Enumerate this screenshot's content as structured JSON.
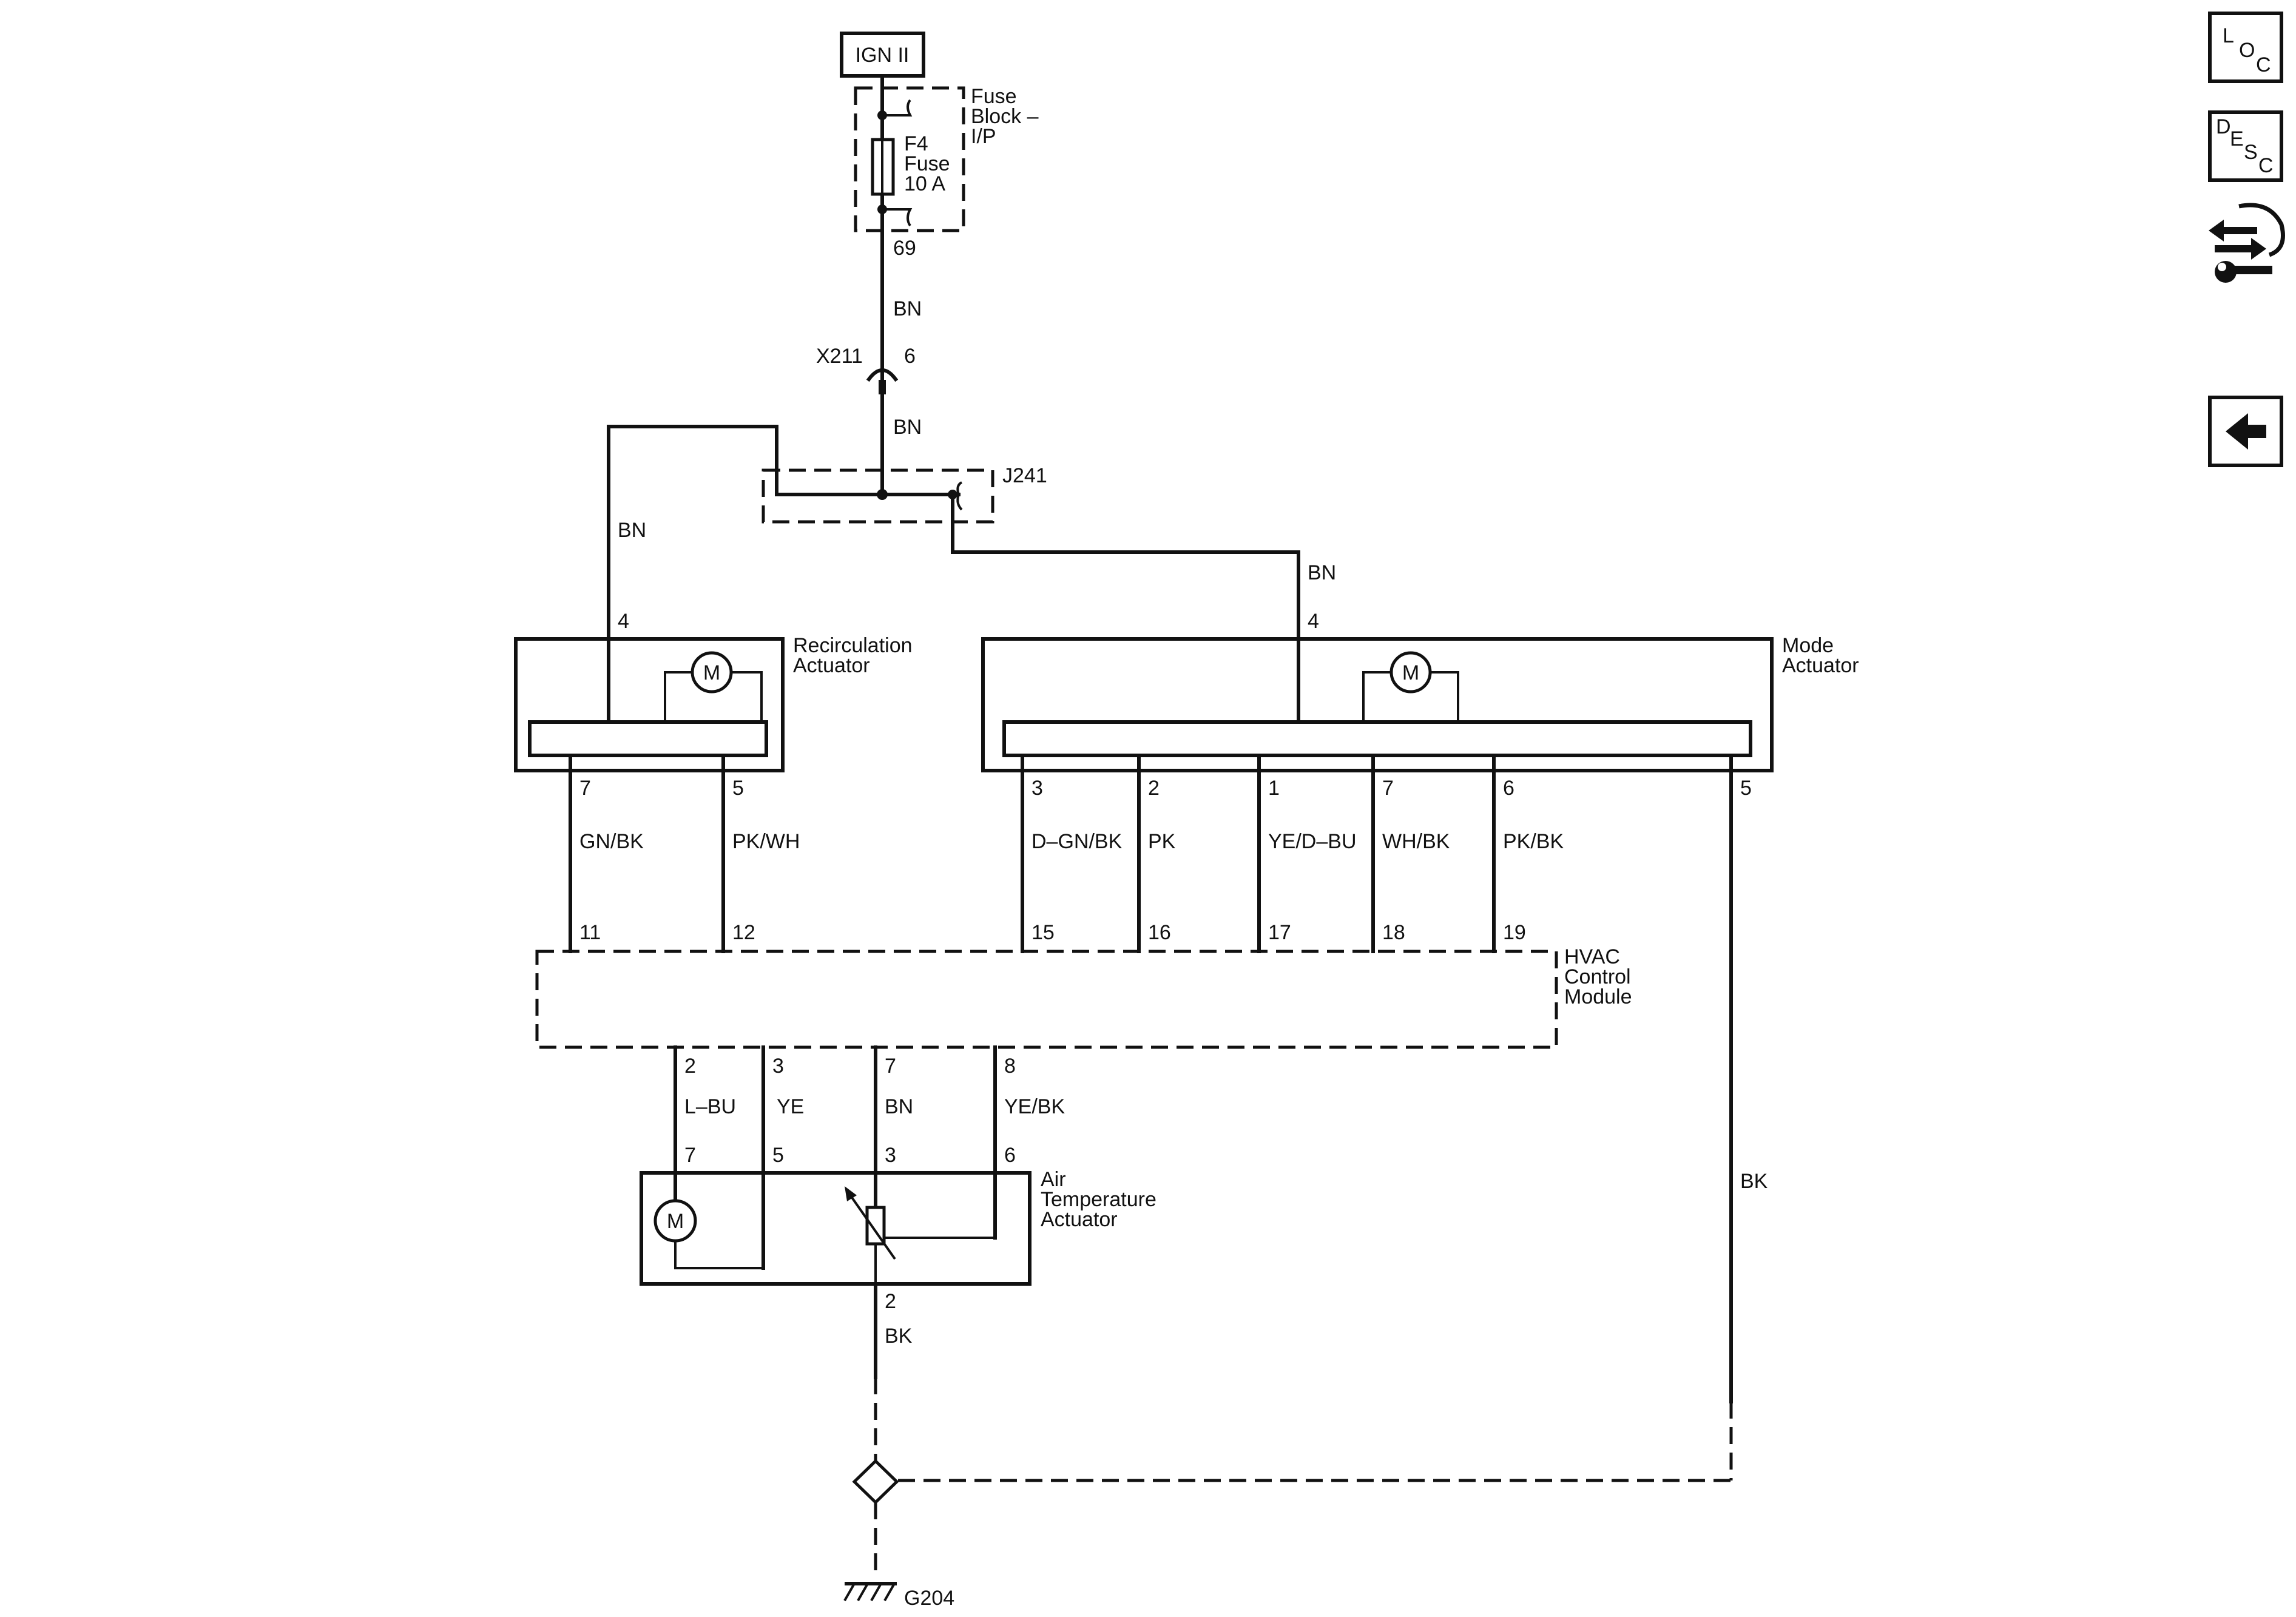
{
  "power": {
    "ign_label": "IGN II"
  },
  "fuse_block": {
    "name_l1": "Fuse",
    "name_l2": "Block –",
    "name_l3": "I/P",
    "fuse_id": "F4",
    "fuse_type": "Fuse",
    "fuse_rating": "10 A",
    "out_pin": "69"
  },
  "connector_x211": {
    "name": "X211",
    "pin": "6"
  },
  "splice_j241": {
    "name": "J241"
  },
  "wires": {
    "feed_bn_1": "BN",
    "feed_bn_2": "BN",
    "recirc_feed": "BN",
    "mode_feed": "BN"
  },
  "recirc_actuator": {
    "name_l1": "Recirculation",
    "name_l2": "Actuator",
    "motor": "M",
    "pin_power": "4",
    "pins": [
      {
        "pin": "7",
        "color": "GN/BK",
        "hvac_pin": "11"
      },
      {
        "pin": "5",
        "color": "PK/WH",
        "hvac_pin": "12"
      }
    ]
  },
  "mode_actuator": {
    "name_l1": "Mode",
    "name_l2": "Actuator",
    "motor": "M",
    "pin_power": "4",
    "pins": [
      {
        "pin": "3",
        "color": "D–GN/BK",
        "hvac_pin": "15"
      },
      {
        "pin": "2",
        "color": "PK",
        "hvac_pin": "16"
      },
      {
        "pin": "1",
        "color": "YE/D–BU",
        "hvac_pin": "17"
      },
      {
        "pin": "7",
        "color": "WH/BK",
        "hvac_pin": "18"
      },
      {
        "pin": "6",
        "color": "PK/BK",
        "hvac_pin": "19"
      }
    ],
    "ground_pin": "5",
    "ground_color": "BK"
  },
  "hvac_module": {
    "name_l1": "HVAC",
    "name_l2": "Control",
    "name_l3": "Module"
  },
  "air_temp_actuator": {
    "name_l1": "Air",
    "name_l2": "Temperature",
    "name_l3": "Actuator",
    "motor": "M",
    "pins": [
      {
        "hvac_pin": "2",
        "color": "L–BU",
        "pin": "7"
      },
      {
        "hvac_pin": "3",
        "color": "YE",
        "pin": "5"
      },
      {
        "hvac_pin": "7",
        "color": "BN",
        "pin": "3"
      },
      {
        "hvac_pin": "8",
        "color": "YE/BK",
        "pin": "6"
      }
    ],
    "ground_pin": "2",
    "ground_color": "BK"
  },
  "ground": {
    "name": "G204"
  },
  "nav": {
    "loc": {
      "l": "L",
      "o": "O",
      "c": "C"
    },
    "desc": {
      "d": "D",
      "e": "E",
      "s": "S",
      "c": "C"
    }
  }
}
